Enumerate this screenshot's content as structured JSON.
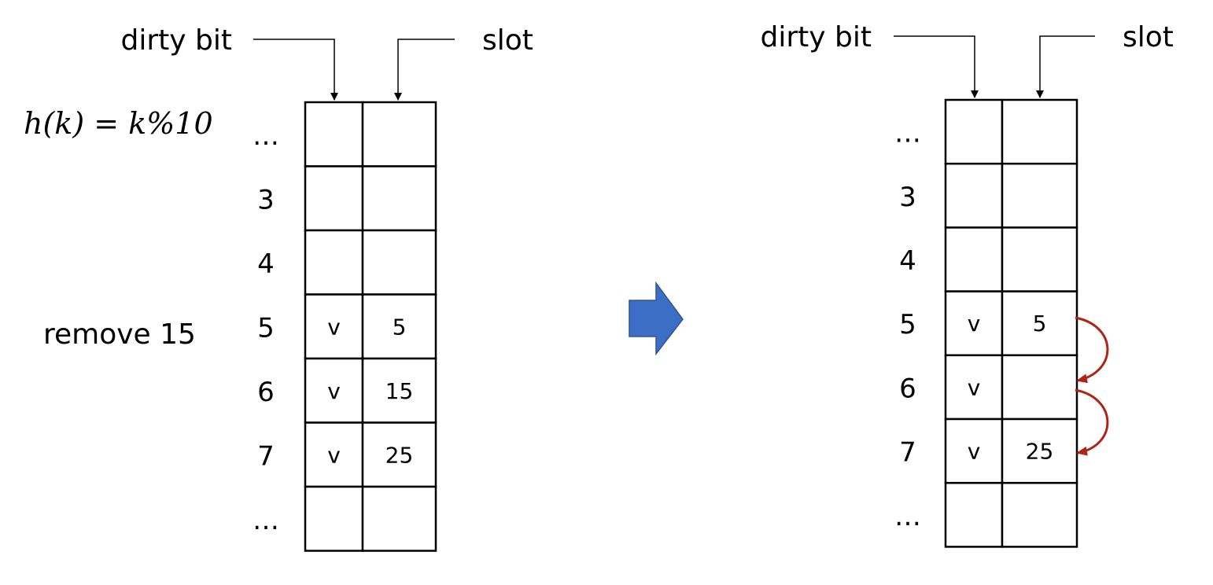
{
  "left_panel": {
    "labels": {
      "dirty_bit": "dirty bit",
      "slot": "slot"
    },
    "formula": "h(k) = k%10",
    "operation": "remove 15",
    "rows": [
      {
        "index": "…",
        "dirty": "",
        "slot": ""
      },
      {
        "index": "3",
        "dirty": "",
        "slot": ""
      },
      {
        "index": "4",
        "dirty": "",
        "slot": ""
      },
      {
        "index": "5",
        "dirty": "v",
        "slot": "5"
      },
      {
        "index": "6",
        "dirty": "v",
        "slot": "15"
      },
      {
        "index": "7",
        "dirty": "v",
        "slot": "25"
      },
      {
        "index": "…",
        "dirty": "",
        "slot": ""
      }
    ]
  },
  "right_panel": {
    "labels": {
      "dirty_bit": "dirty bit",
      "slot": "slot"
    },
    "rows": [
      {
        "index": "…",
        "dirty": "",
        "slot": ""
      },
      {
        "index": "3",
        "dirty": "",
        "slot": ""
      },
      {
        "index": "4",
        "dirty": "",
        "slot": ""
      },
      {
        "index": "5",
        "dirty": "v",
        "slot": "5"
      },
      {
        "index": "6",
        "dirty": "v",
        "slot": ""
      },
      {
        "index": "7",
        "dirty": "v",
        "slot": "25"
      },
      {
        "index": "…",
        "dirty": "",
        "slot": ""
      }
    ]
  },
  "colors": {
    "transition_arrow": "#3b6ec4",
    "transition_arrow_stroke": "#2f5597",
    "probe_arrow": "#b02418",
    "line": "#000000"
  }
}
